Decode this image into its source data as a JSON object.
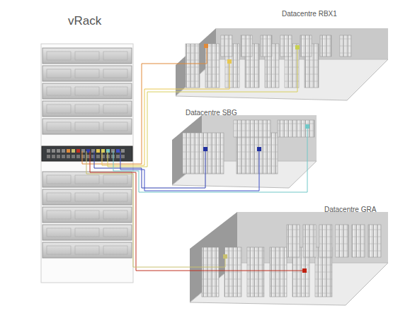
{
  "diagram": {
    "labels": [
      "vRack",
      "Datacentre RBX1",
      "Datacentre SBG",
      "Datacentre GRA"
    ]
  }
}
